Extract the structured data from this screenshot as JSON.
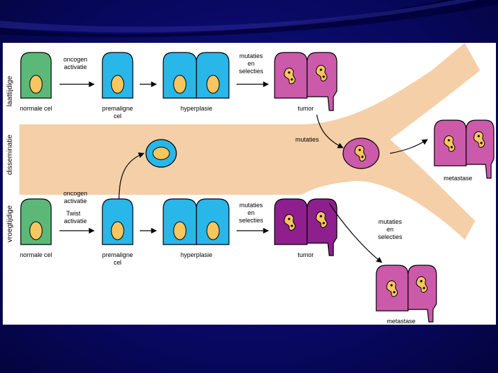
{
  "side_labels": {
    "late": "laattijdige",
    "dissemination": "disseminatie",
    "early": "vroegtijdige"
  },
  "top_row": {
    "arrow1_line1": "oncogen",
    "arrow1_line2": "activatie",
    "arrow3_line1": "mutaties",
    "arrow3_line2": "en",
    "arrow3_line3": "selecties",
    "cell1": "normale cel",
    "cell2_line1": "premaligne",
    "cell2_line2": "cel",
    "cell3": "hyperplasie",
    "cell4": "tumor"
  },
  "bottom_row": {
    "arrow1_line1": "oncogen",
    "arrow1_line2": "activatie",
    "arrow1_line3": "Twist",
    "arrow1_line4": "activatie",
    "arrow3_line1": "mutaties",
    "arrow3_line2": "en",
    "arrow3_line3": "selecties",
    "cell1": "normale cel",
    "cell2_line1": "premaligne",
    "cell2_line2": "cel",
    "cell3": "hyperplasie",
    "cell4": "tumor"
  },
  "vessel": {
    "mutations": "mutaties",
    "metastasis_right": "metastase",
    "lower_line1": "mutaties",
    "lower_line2": "en",
    "lower_line3": "selecties",
    "metastasis_bottom": "metastase"
  },
  "colors": {
    "normal_cell": "#5cb878",
    "premalignant_cell": "#29b6e8",
    "nucleus": "#f7c65e",
    "tumor_top": "#cc5aaa",
    "tumor_bottom": "#8f1f8f",
    "vessel": "#f5cfa8",
    "slide_background": "#0a0a6e"
  }
}
